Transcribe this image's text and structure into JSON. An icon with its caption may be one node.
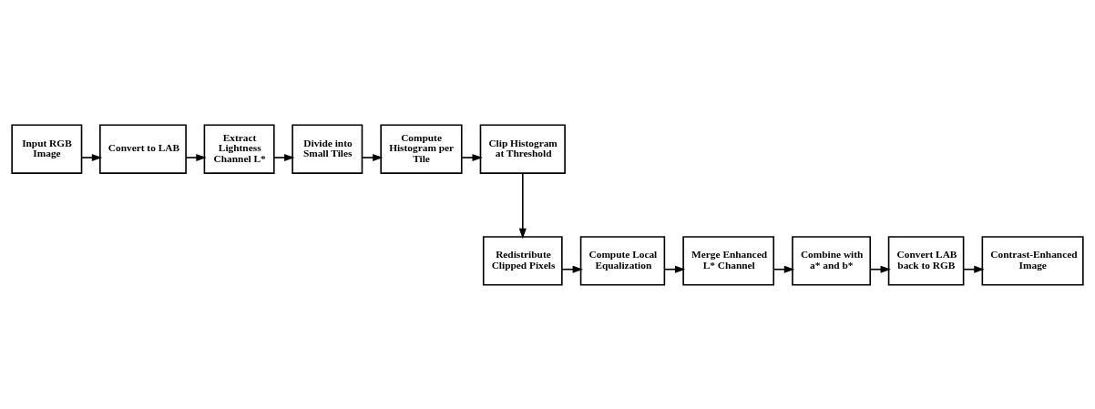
{
  "diagram": {
    "nodes": [
      {
        "text": [
          "Input RGB Image"
        ]
      },
      {
        "text": [
          "Convert to LAB"
        ]
      },
      {
        "text": [
          "Extract Lightness Channel L*"
        ]
      },
      {
        "text": [
          "Divide into Small Tiles"
        ]
      },
      {
        "text": [
          "Compute Histogram per Tile"
        ]
      },
      {
        "text": [
          "Clip Histogram at Threshold"
        ]
      },
      {
        "text": [
          "Redistribute Clipped Pixels"
        ]
      },
      {
        "text": [
          "Compute Local Equalization"
        ]
      },
      {
        "text": [
          "Merge Enhanced L* Channel"
        ]
      },
      {
        "text": [
          "Combine with a* and b*"
        ]
      },
      {
        "text": [
          "Convert LAB back to RGB"
        ]
      },
      {
        "text": [
          "Contrast-Enhanced Image"
        ]
      }
    ],
    "edges": [
      {
        "from": 0,
        "to": 1,
        "arrow": "to"
      },
      {
        "from": 1,
        "to": 2,
        "arrow": "to"
      },
      {
        "from": 2,
        "to": 3,
        "arrow": "to"
      },
      {
        "from": 3,
        "to": 4,
        "arrow": "to"
      },
      {
        "from": 4,
        "to": 5,
        "arrow": "to"
      },
      {
        "from": 5,
        "to": 6,
        "arrow": "to"
      },
      {
        "from": 6,
        "to": 7,
        "arrow": "to"
      },
      {
        "from": 7,
        "to": 8,
        "arrow": "to"
      },
      {
        "from": 8,
        "to": 9,
        "arrow": "to"
      },
      {
        "from": 9,
        "to": 10,
        "arrow": "to"
      },
      {
        "from": 10,
        "to": 11,
        "arrow": "to"
      }
    ]
  }
}
